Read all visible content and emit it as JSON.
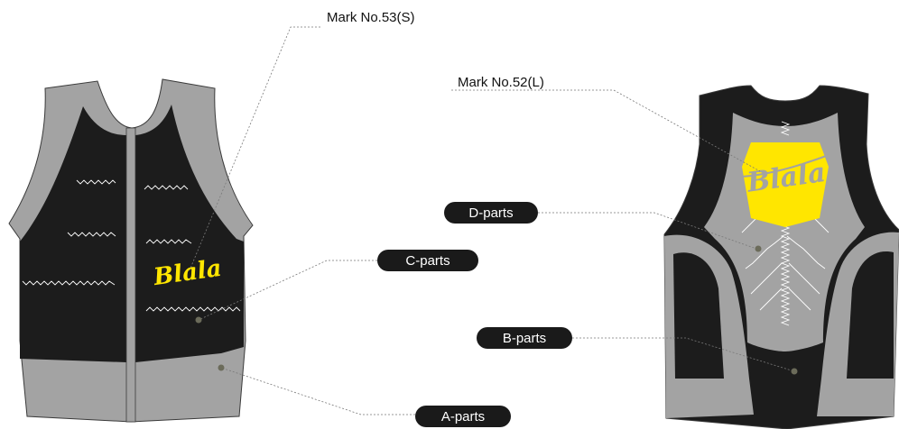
{
  "labels": {
    "mark_small": "Mark No.53(S)",
    "mark_large": "Mark No.52(L)",
    "part_a": "A-parts",
    "part_b": "B-parts",
    "part_c": "C-parts",
    "part_d": "D-parts"
  },
  "logo": {
    "text": "Blala",
    "front_color": "#ffe600",
    "back_badge_color": "#ffe600"
  },
  "colors": {
    "black_panel": "#1c1c1c",
    "grey_panel": "#a3a3a3",
    "outline": "#3a3a3a",
    "pill_bg": "#1a1a1a",
    "dot": "#6b6b5a",
    "leader": "#7a7a7a"
  }
}
